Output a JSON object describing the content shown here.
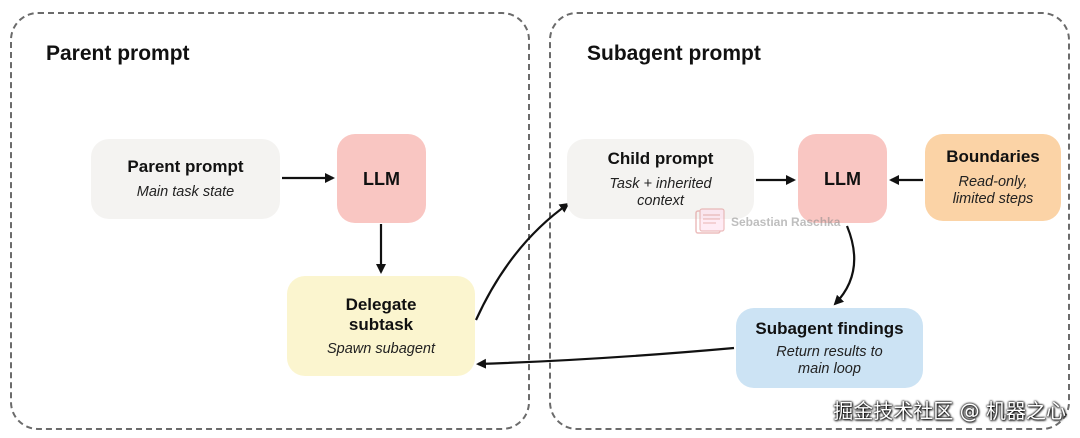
{
  "panels": {
    "parent_title": "Parent prompt",
    "subagent_title": "Subagent prompt"
  },
  "nodes": {
    "parent_prompt": {
      "title": "Parent prompt",
      "subtitle": "Main task state"
    },
    "llm_parent": {
      "title": "LLM"
    },
    "delegate": {
      "title": "Delegate\nsubtask",
      "subtitle": "Spawn subagent"
    },
    "child_prompt": {
      "title": "Child prompt",
      "subtitle": "Task + inherited\ncontext"
    },
    "llm_subagent": {
      "title": "LLM"
    },
    "boundaries": {
      "title": "Boundaries",
      "subtitle": "Read-only,\nlimited steps"
    },
    "findings": {
      "title": "Subagent findings",
      "subtitle": "Return results to\nmain loop"
    }
  },
  "watermark": {
    "author": "Sebastian Raschka"
  },
  "footer": {
    "credit": "掘金技术社区 @ 机器之心"
  },
  "colors": {
    "prompt_fill": "#f4f3f1",
    "llm_fill": "#f9c6c2",
    "delegate_fill": "#fbf5cf",
    "boundaries_fill": "#fbd3a6",
    "findings_fill": "#cce3f4",
    "border": "#6b6b6b"
  }
}
